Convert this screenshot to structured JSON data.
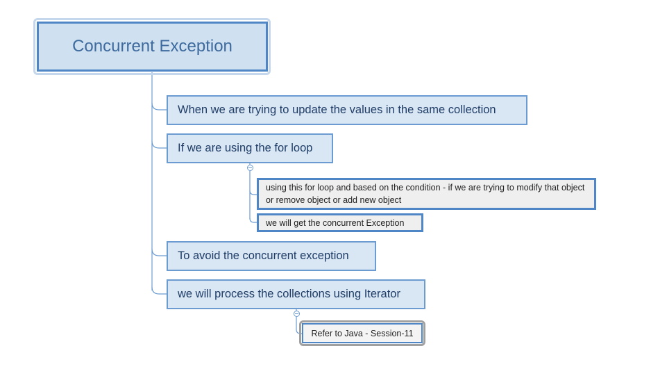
{
  "root": {
    "title": "Concurrent Exception"
  },
  "topics": [
    {
      "label": "When we are trying to update the values in the same collection"
    },
    {
      "label": "If we are using the for loop",
      "children": [
        {
          "label": "using this for loop and based on the condition - if we are trying to modify that object or  remove object or add new object"
        },
        {
          "label": "we will get the concurrent Exception"
        }
      ]
    },
    {
      "label": "To avoid the concurrent exception"
    },
    {
      "label": "we will process the collections using Iterator",
      "children": [
        {
          "label": "Refer to Java - Session-11"
        }
      ]
    }
  ],
  "colors": {
    "connector": "#6b9bd1",
    "root_fill": "#cfe0f0",
    "topic_fill": "#d9e6f4",
    "subtopic_fill": "#efefef",
    "border": "#4f86c6"
  },
  "icons": [
    "collapse-icon",
    "collapse-icon"
  ]
}
